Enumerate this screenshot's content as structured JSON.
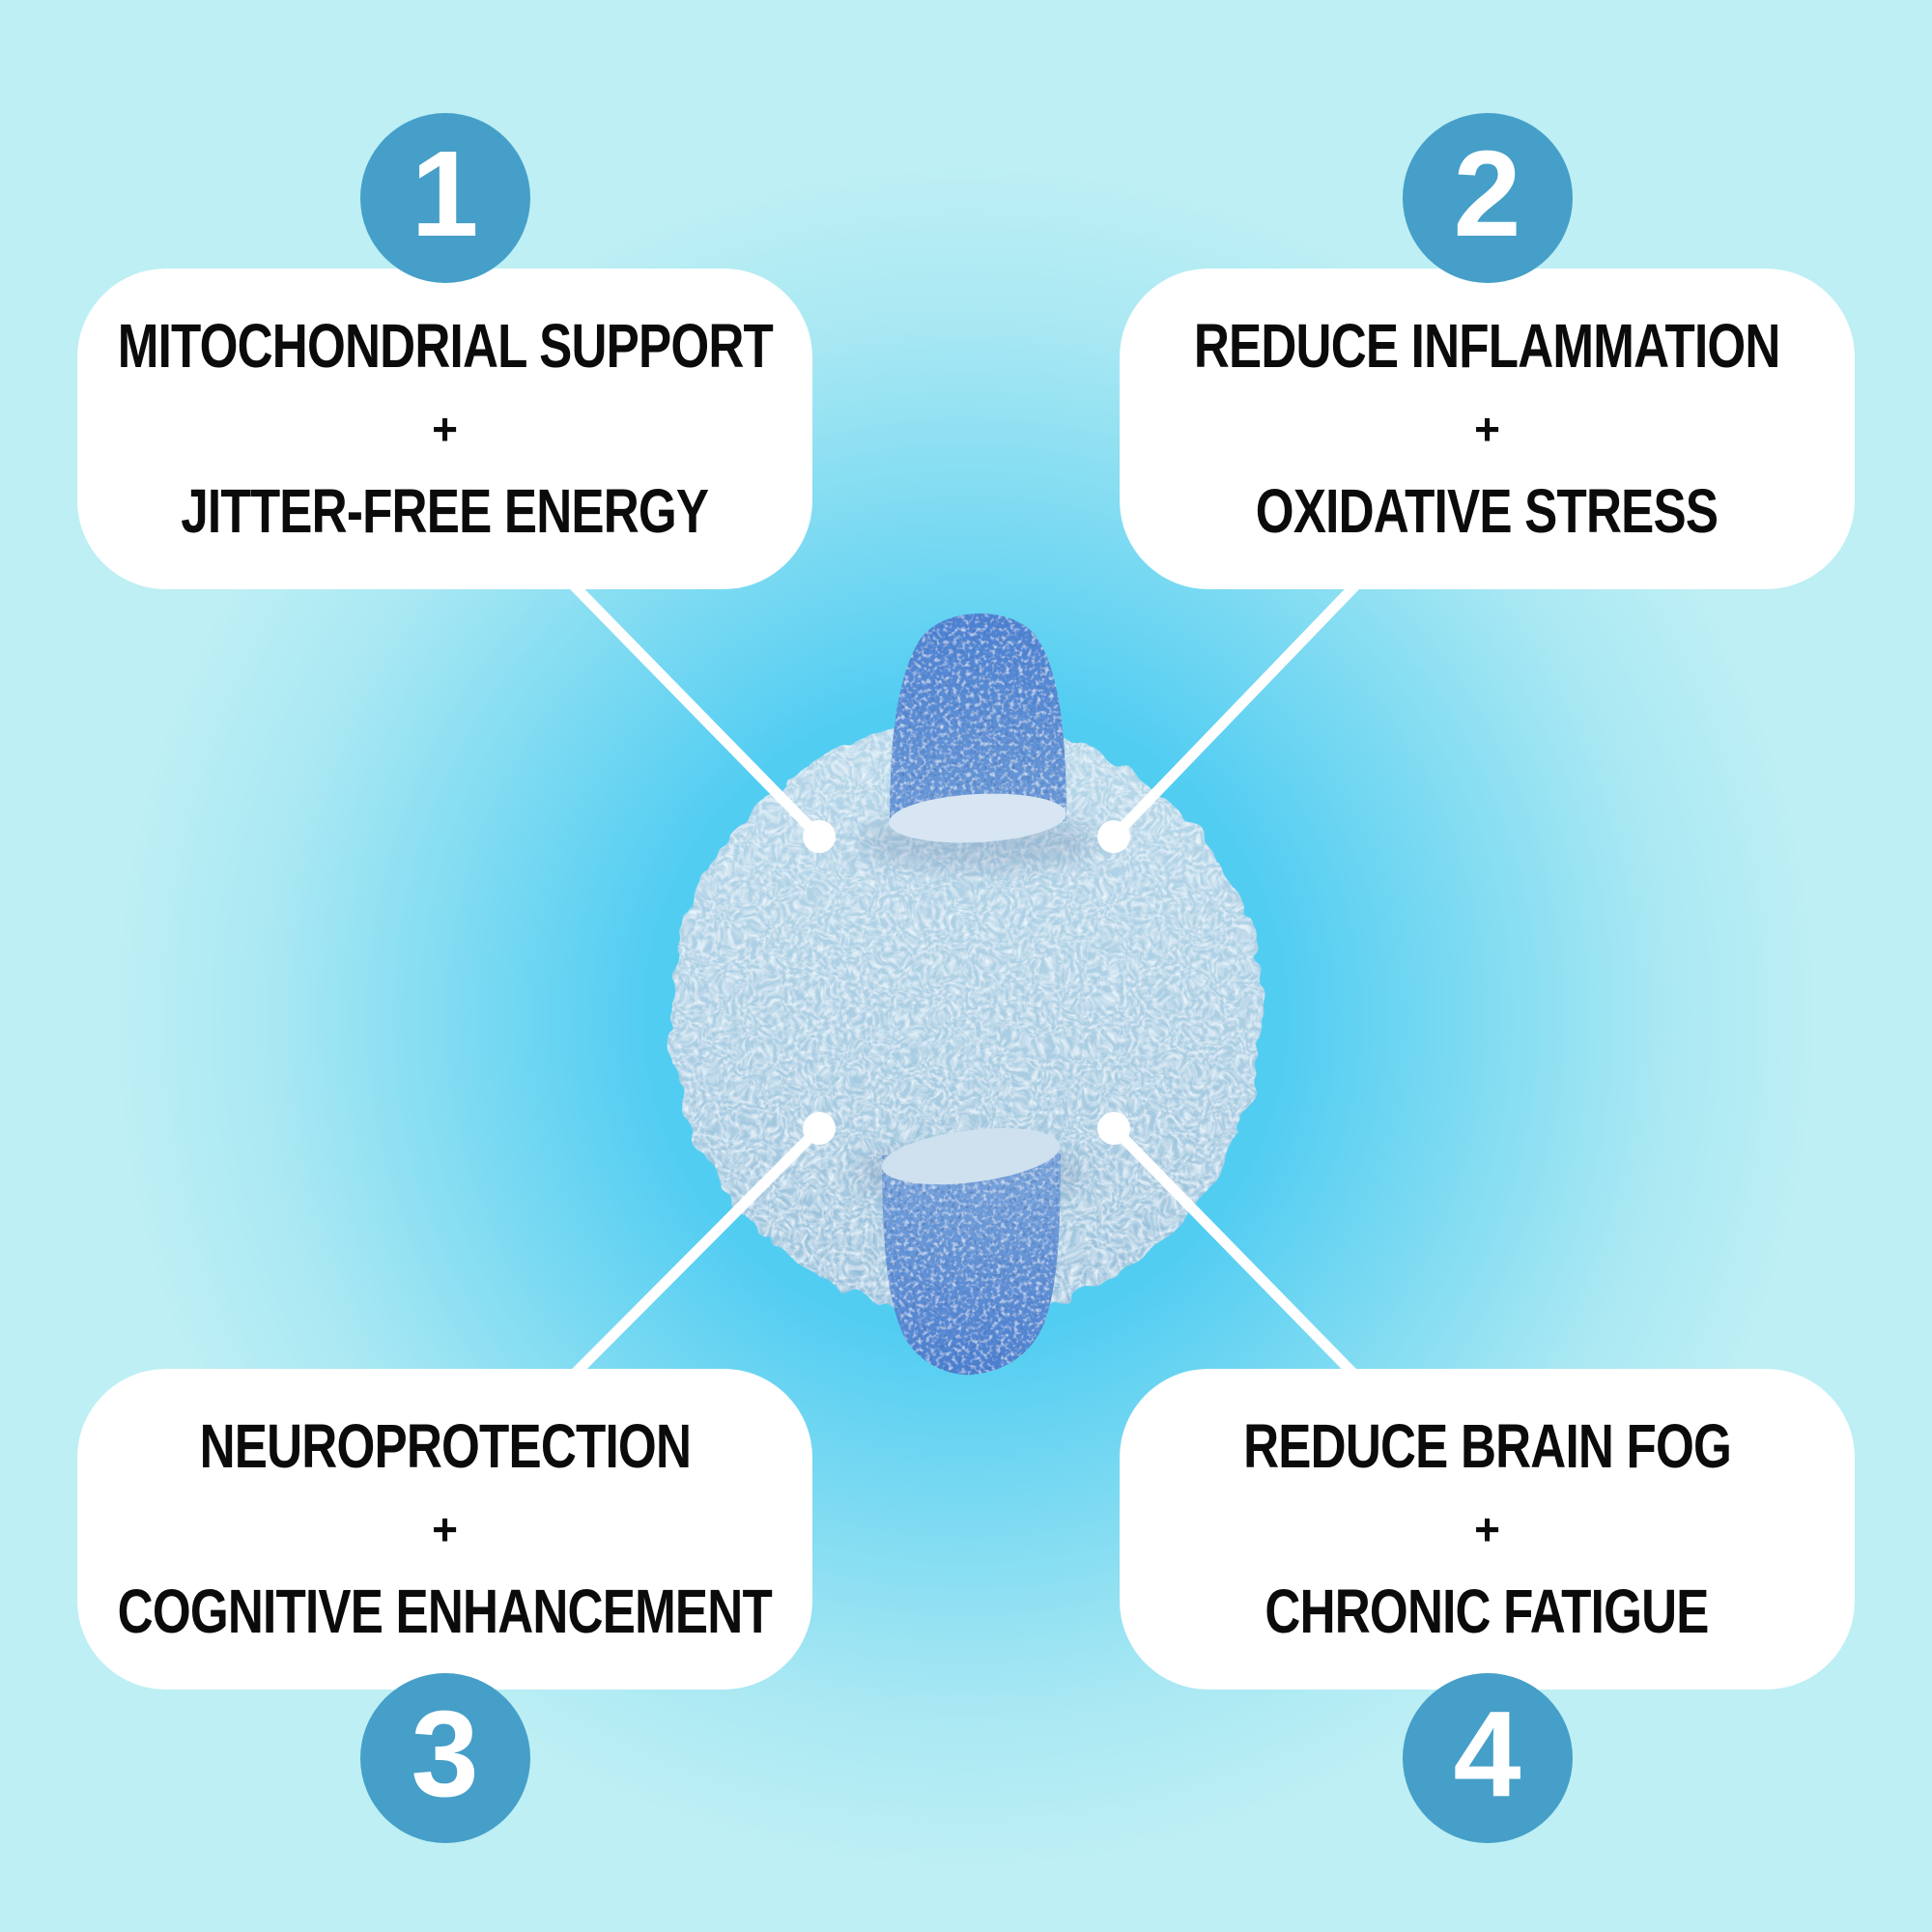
{
  "colors": {
    "background_base": "#bdeff4",
    "background_glow": "#4ecbf2",
    "badge_accent": "#459fc8",
    "card_background": "#ffffff",
    "text": "#0b0b0b",
    "connector": "#ffffff",
    "powder": "#a9cfe3",
    "capsule": "#5486cf"
  },
  "cards": [
    {
      "number": "1",
      "line1": "MITOCHONDRIAL SUPPORT",
      "separator": "+",
      "line2": "JITTER-FREE ENERGY"
    },
    {
      "number": "2",
      "line1": "REDUCE INFLAMMATION",
      "separator": "+",
      "line2": "OXIDATIVE STRESS"
    },
    {
      "number": "3",
      "line1": "NEUROPROTECTION",
      "separator": "+",
      "line2": "COGNITIVE ENHANCEMENT"
    },
    {
      "number": "4",
      "line1": "REDUCE BRAIN FOG",
      "separator": "+",
      "line2": "CHRONIC FATIGUE"
    }
  ],
  "center_graphic": {
    "icons": [
      "powder-pile-icon",
      "capsule-half-top-icon",
      "capsule-half-bottom-icon"
    ],
    "connector_dots": 4,
    "connector_lines": 4
  }
}
